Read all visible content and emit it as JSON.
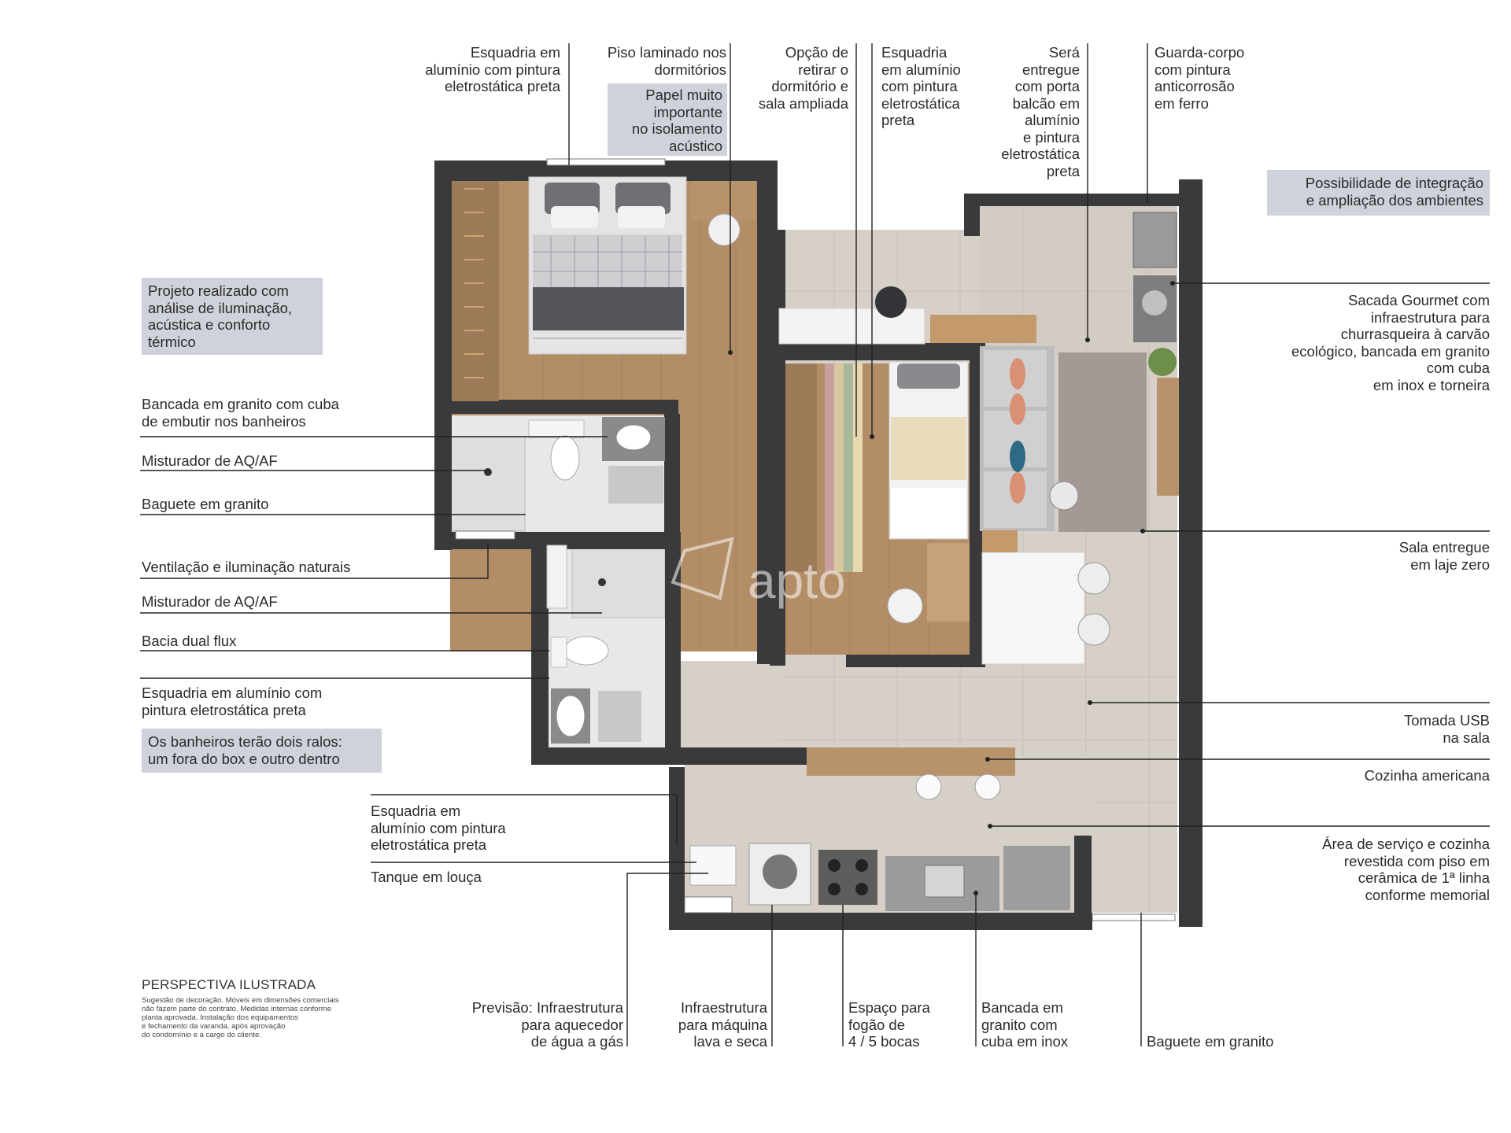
{
  "labels_top": {
    "esquadria_quarto": "Esquadria em\nalumínio com pintura\neletrostática preta",
    "piso_laminado": "Piso laminado nos\ndormitórios",
    "papel_acustico": "Papel muito\nimportante\nno isolamento\nacústico",
    "opcao_retirar": "Opção de\nretirar o\ndormitório e\nsala ampliada",
    "esquadria_dorm2": "Esquadria\nem alumínio\ncom pintura\neletrostática\npreta",
    "porta_balcao": "Será\nentregue\ncom porta\nbalcão em\nalumínio\ne pintura\neletrostática\npreta",
    "guarda_corpo": "Guarda-corpo\ncom pintura\nanticorrosão\nem ferro"
  },
  "boxes": {
    "projeto": "Projeto realizado com\nanálise de iluminação,\nacústica e conforto\ntérmico",
    "integracao": "Possibilidade de integração\ne ampliação dos ambientes",
    "ralos": "Os banheiros terão dois ralos:\num fora do box e outro dentro"
  },
  "labels_left": {
    "bancada_banheiros": "Bancada em granito com cuba\nde embutir nos banheiros",
    "misturador_1": "Misturador de AQ/AF",
    "baguete_1": "Baguete em granito",
    "ventilacao": "Ventilação e iluminação naturais",
    "misturador_2": "Misturador de AQ/AF",
    "bacia": "Bacia dual flux",
    "esquadria_banho": "Esquadria em alumínio com\npintura eletrostática preta",
    "esquadria_servico": "Esquadria em\nalumínio com pintura\neletrostática preta",
    "tanque": "Tanque em louça"
  },
  "labels_right": {
    "sacada": "Sacada Gourmet com\ninfraestrutura para\nchurrasqueira à carvão\necológico, bancada em granito\ncom cuba\nem inox e torneira",
    "sala": "Sala entregue\nem laje zero",
    "usb": "Tomada USB\nna sala",
    "cozinha": "Cozinha americana",
    "area_servico": "Área de serviço e cozinha\nrevestida com piso em\ncerâmica de 1ª linha\nconforme memorial"
  },
  "labels_bottom": {
    "aquecedor": "Previsão: Infraestrutura\npara aquecedor\nde água a gás",
    "maquina": "Infraestrutura\npara máquina\nlava e seca",
    "fogao": "Espaço para\nfogão de\n4 / 5 bocas",
    "bancada_cozinha": "Bancada em\ngranito com\ncuba em inox",
    "baguete_2": "Baguete em granito"
  },
  "legend": {
    "title": "PERSPECTIVA ILUSTRADA",
    "note": "Sugestão de decoração. Móveis em dimensões comerciais\nnão fazem parte do contrato. Medidas internas conforme\nplanta aprovada. Instalação dos equipamentos\ne fechamento da varanda, após aprovação\ndo condomínio e a cargo do cliente."
  },
  "watermark": "apto",
  "colors": {
    "wall": "#3a3a3c",
    "wood_floor": "#b08a62",
    "ceramic_floor": "#d9d2ca",
    "bath_floor": "#e4e4e4",
    "box_bg": "#cfd2da",
    "leader": "#222222"
  }
}
